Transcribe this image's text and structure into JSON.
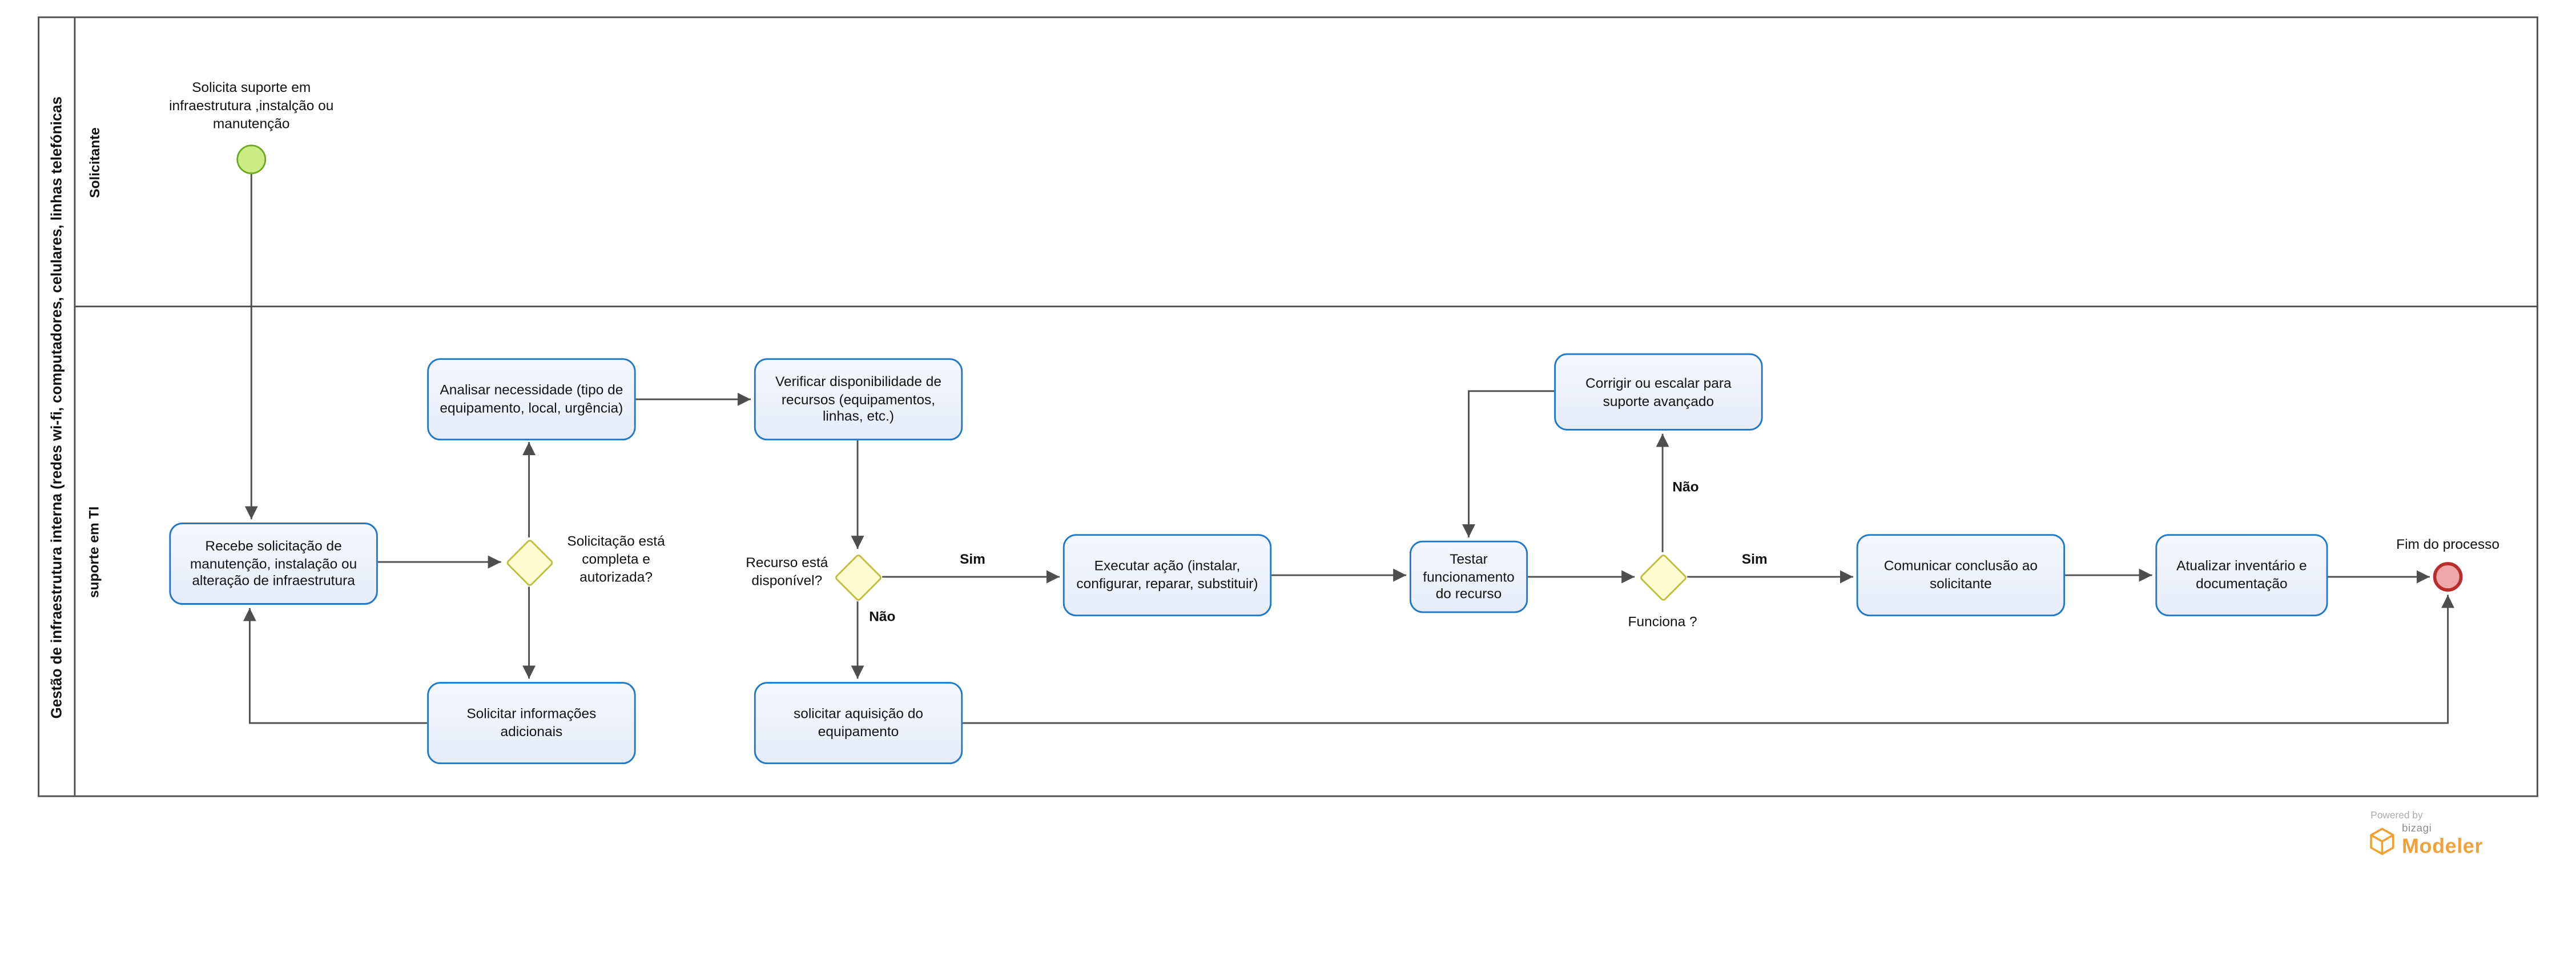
{
  "pool": {
    "title": "Gestão de infraestrutura interna (redes wi-fi, computadores, celulares, linhas telefónicas",
    "lanes": {
      "top": "Solicitante",
      "bottom": "suporte em TI"
    }
  },
  "events": {
    "start_label": "Solicita suporte em infraestrutura ,instalção ou manutenção",
    "end_label": "Fim do processo"
  },
  "tasks": {
    "recebe": "Recebe solicitação de manutenção, instalação ou alteração de infraestrutura",
    "analisar": "Analisar necessidade (tipo de equipamento, local, urgência)",
    "solicitar_info": "Solicitar informações adicionais",
    "verificar": "Verificar disponibilidade de recursos (equipamentos, linhas, etc.)",
    "aquisicao": "solicitar aquisição do equipamento",
    "executar": "Executar ação (instalar, configurar, reparar, substituir)",
    "testar": "Testar funcionamento do recurso",
    "corrigir": "Corrigir ou escalar para suporte avançado",
    "comunicar": "Comunicar conclusão ao solicitante",
    "atualizar": "Atualizar inventário e documentação"
  },
  "gateways": {
    "completa": "Solicitação está completa e autorizada?",
    "disponivel": "Recurso está disponível?",
    "funciona": "Funciona ?"
  },
  "flows": {
    "sim_disponivel": "Sim",
    "nao_disponivel": "Não",
    "sim_funciona": "Sim",
    "nao_funciona": "Não"
  },
  "branding": {
    "powered_by": "Powered by",
    "brand": "bizagi",
    "product": "Modeler"
  },
  "colors": {
    "task_fill": "#e9edfb",
    "task_border": "#2079c8",
    "gateway_fill": "#fcfcd0",
    "gateway_border": "#bdbd3e",
    "start_fill": "#cbec82",
    "start_border": "#71a822",
    "end_fill": "#efa8a8",
    "end_border": "#b82e2e",
    "connector": "#4e4e4e",
    "brand_orange": "#efa13b"
  }
}
